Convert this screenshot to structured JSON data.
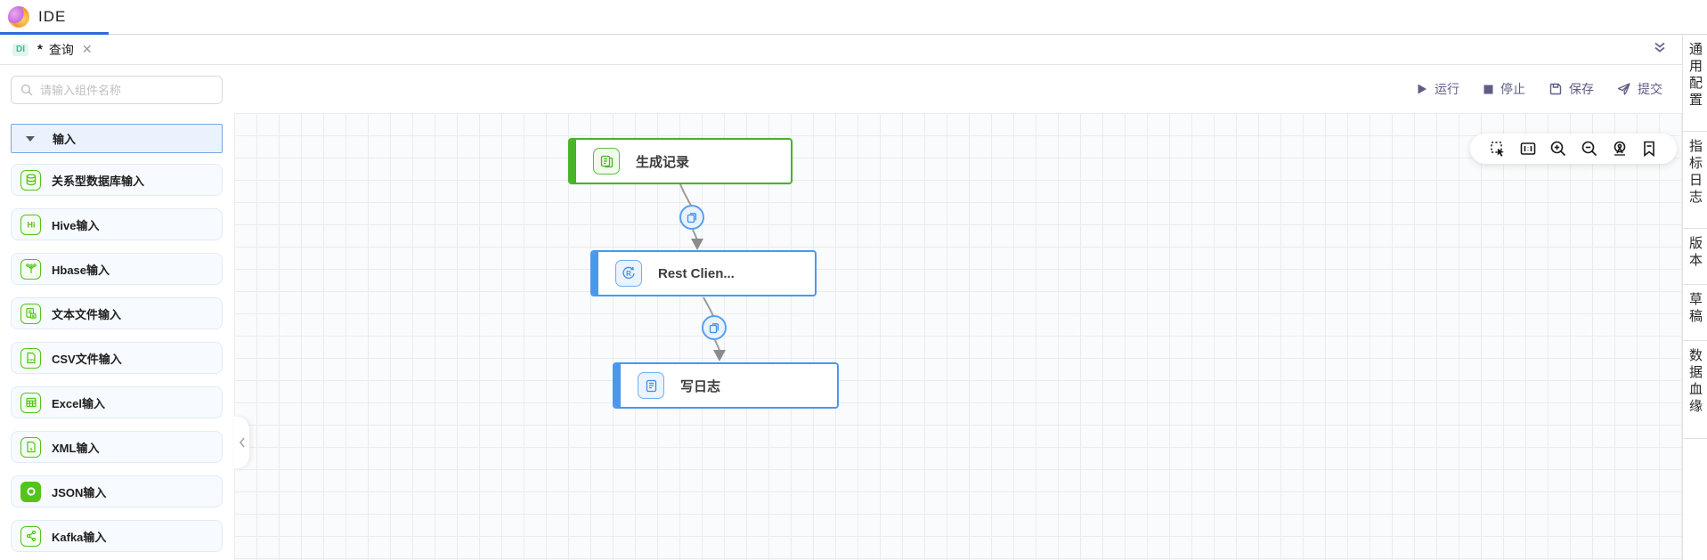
{
  "header": {
    "title": "IDE"
  },
  "tab_bar": {
    "active_tab": {
      "badge": "DI",
      "dirty_marker": "*",
      "label": "查询",
      "close_icon": "close-icon"
    },
    "overflow_icon": "double-chevron-down-icon"
  },
  "left_panel": {
    "search_placeholder": "请输入组件名称",
    "search_icon": "search-icon",
    "sections": [
      {
        "label": "输入",
        "caret_icon": "caret-down-icon",
        "items": [
          {
            "label": "关系型数据库输入",
            "icon": "database-icon"
          },
          {
            "label": "Hive输入",
            "icon": "hive-icon"
          },
          {
            "label": "Hbase输入",
            "icon": "hbase-icon"
          },
          {
            "label": "文本文件输入",
            "icon": "text-file-icon"
          },
          {
            "label": "CSV文件输入",
            "icon": "csv-file-icon"
          },
          {
            "label": "Excel输入",
            "icon": "excel-icon"
          },
          {
            "label": "XML输入",
            "icon": "xml-file-icon"
          },
          {
            "label": "JSON输入",
            "icon": "json-icon"
          },
          {
            "label": "Kafka输入",
            "icon": "kafka-icon"
          }
        ]
      }
    ]
  },
  "actions": {
    "run": "运行",
    "stop": "停止",
    "save": "保存",
    "submit": "提交",
    "icons": [
      "play-icon",
      "stop-icon",
      "save-icon",
      "send-icon"
    ]
  },
  "canvas": {
    "nodes": [
      {
        "label": "生成记录",
        "color": "green",
        "icon": "generate-records-icon"
      },
      {
        "label": "Rest Clien...",
        "color": "blue",
        "icon": "rest-client-icon"
      },
      {
        "label": "写日志",
        "color": "blue",
        "icon": "write-log-icon"
      }
    ],
    "links": [
      {
        "from": "生成记录",
        "to": "Rest Clien...",
        "icon": "copy-link-icon"
      },
      {
        "from": "Rest Clien...",
        "to": "写日志",
        "icon": "copy-link-icon"
      }
    ],
    "toolbar_icons": [
      "marquee-select-icon",
      "fit-view-icon",
      "zoom-in-icon",
      "zoom-out-icon",
      "locate-icon",
      "bookmark-icon"
    ]
  },
  "right_rail": {
    "tabs": [
      "通用配置",
      "指标日志",
      "版本",
      "草稿",
      "数据血缘"
    ]
  },
  "colors": {
    "accent_blue": "#2e6cd9",
    "node_green": "#49b32a",
    "node_blue": "#4a98ee",
    "badge_teal": "#35c08f",
    "action_purple_gray": "#5e5e85",
    "grid_line": "#ececec"
  }
}
